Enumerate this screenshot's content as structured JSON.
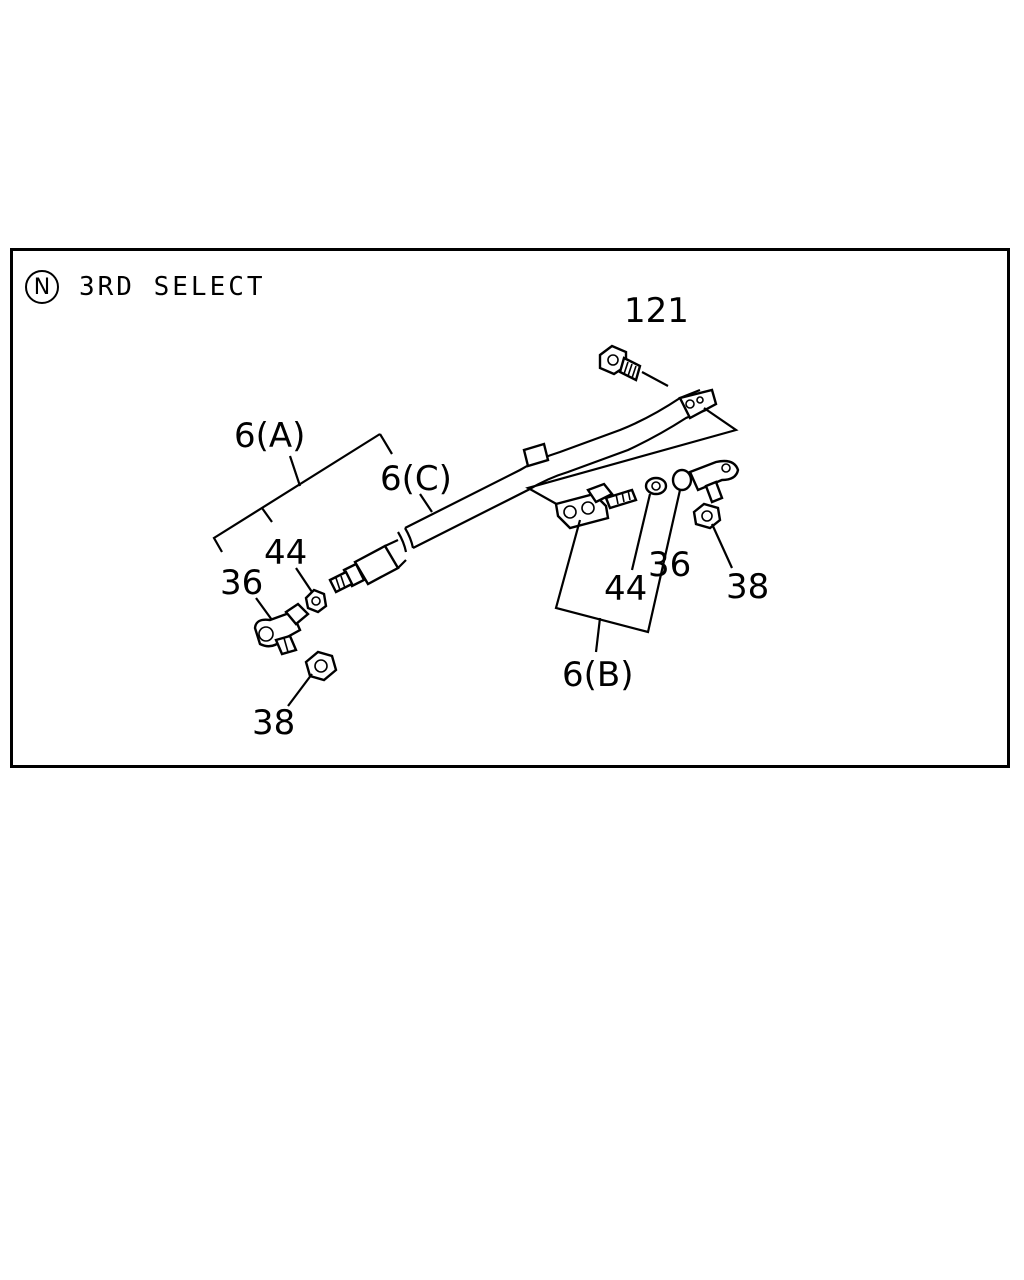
{
  "section": {
    "badge": "N",
    "title": "3RD SELECT"
  },
  "callouts": {
    "p121": "121",
    "a_group": "6(A)",
    "c_rod": "6(C)",
    "a_44": "44",
    "a_36": "36",
    "a_38": "38",
    "b_44": "44",
    "b_36": "36",
    "b_38": "38",
    "b_group": "6(B)"
  }
}
